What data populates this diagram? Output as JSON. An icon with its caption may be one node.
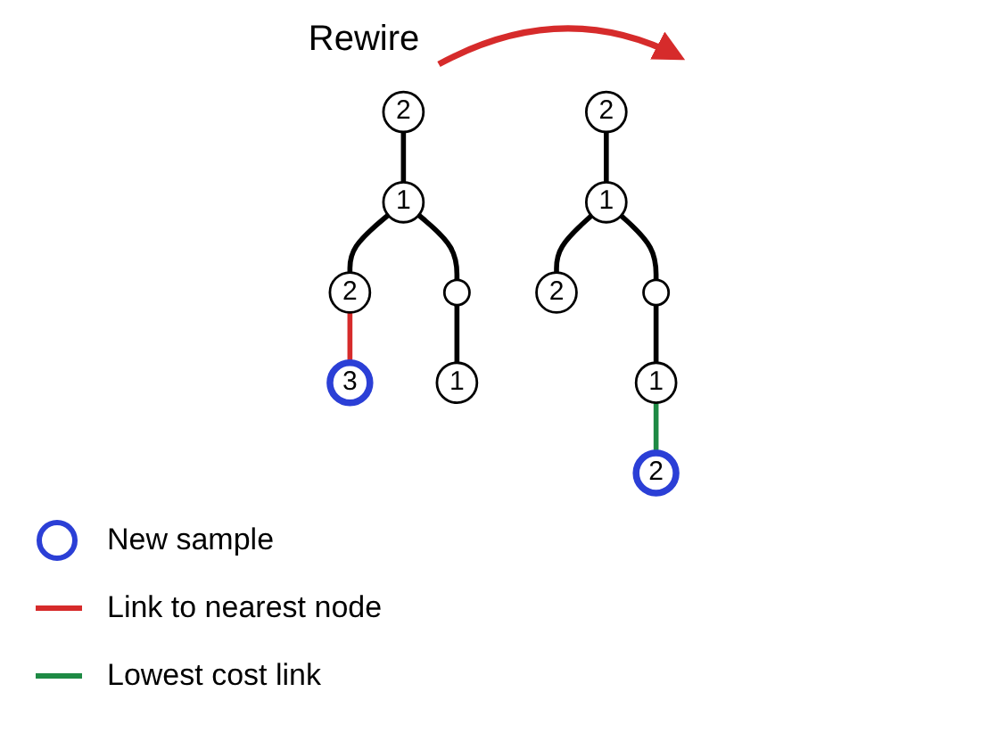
{
  "diagram": {
    "nodes": [
      {
        "text": [
          "2"
        ]
      },
      {
        "text": [
          "1"
        ]
      },
      {
        "text": [
          "2"
        ]
      },
      {
        "text": [
          "3"
        ]
      },
      {
        "text": [],
        "shape": "circle"
      },
      {
        "text": [
          "1"
        ]
      },
      {
        "text": [
          "2"
        ]
      },
      {
        "text": [
          "1"
        ]
      },
      {
        "text": [
          "2"
        ]
      },
      {
        "text": [],
        "shape": "circle"
      },
      {
        "text": [
          "1"
        ]
      },
      {
        "text": [
          "2"
        ]
      }
    ],
    "edges": [
      {
        "from": 0,
        "to": 1,
        "arrow": "none"
      },
      {
        "from": 1,
        "to": 2,
        "arrow": "none"
      },
      {
        "from": 2,
        "to": 3,
        "arrow": "none",
        "color": "#d62b2b"
      },
      {
        "from": 1,
        "to": 4,
        "arrow": "none"
      },
      {
        "from": 4,
        "to": 5,
        "arrow": "none"
      },
      {
        "from": 6,
        "to": 7,
        "arrow": "none"
      },
      {
        "from": 7,
        "to": 8,
        "arrow": "none"
      },
      {
        "from": 7,
        "to": 9,
        "arrow": "none"
      },
      {
        "from": 9,
        "to": 10,
        "arrow": "none"
      },
      {
        "from": 10,
        "to": 11,
        "arrow": "none",
        "color": "#1e8a44"
      }
    ],
    "labels": [
      "Rewire"
    ],
    "legend": [
      {
        "text": "New sample"
      },
      {
        "text": "Link to nearest node"
      },
      {
        "text": "Lowest cost link"
      }
    ]
  }
}
